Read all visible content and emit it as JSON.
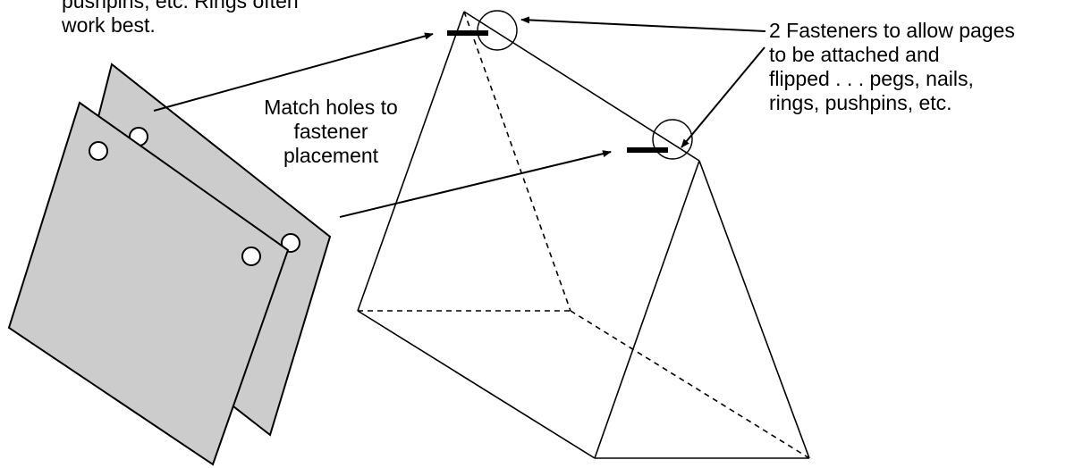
{
  "labels": {
    "top_left": [
      "pushpins, etc.  Rings often",
      "work best."
    ],
    "match_holes": [
      "Match holes to",
      "fastener",
      "placement"
    ],
    "fasteners": [
      "2 Fasteners to allow pages",
      "to be attached and",
      "flipped . . . pegs, nails,",
      "rings, pushpins, etc."
    ]
  },
  "colors": {
    "page_fill": "#cccccc",
    "stroke": "#000000",
    "background": "#ffffff"
  }
}
